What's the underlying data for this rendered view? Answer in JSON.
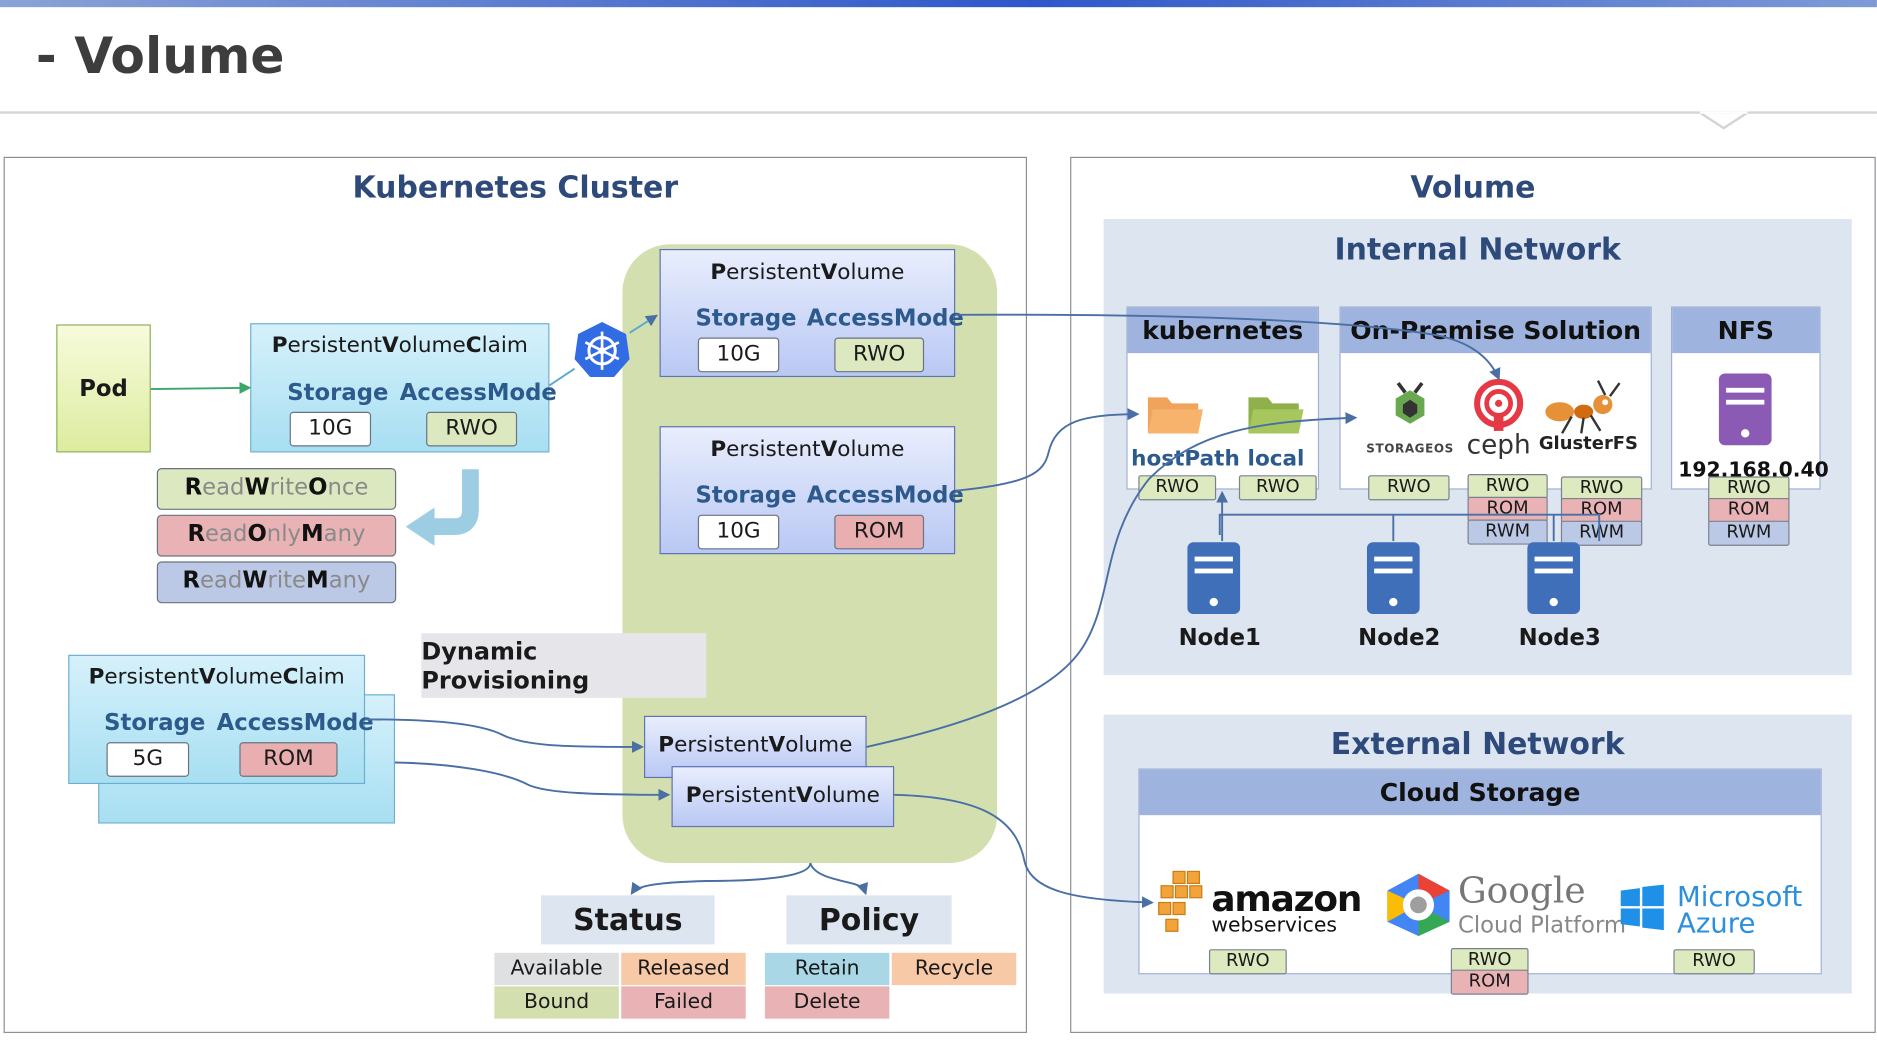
{
  "page": {
    "title": "- Volume"
  },
  "cluster": {
    "title": "Kubernetes Cluster",
    "pod_label": "Pod",
    "pvc1": {
      "title": "PersistentVolumeClaim",
      "storage_label": "Storage",
      "access_label": "AccessMode",
      "storage": "10G",
      "access": "RWO"
    },
    "pvc2": {
      "title": "PersistentVolumeClaim",
      "storage_label": "Storage",
      "access_label": "AccessMode",
      "storage": "5G",
      "access": "ROM"
    },
    "access_modes": [
      {
        "parts": [
          [
            "R",
            "Read"
          ],
          [
            "W",
            "Write"
          ],
          [
            "O",
            "Once"
          ]
        ]
      },
      {
        "parts": [
          [
            "R",
            "Read"
          ],
          [
            "O",
            "Only"
          ],
          [
            "M",
            "Many"
          ]
        ]
      },
      {
        "parts": [
          [
            "R",
            "Read"
          ],
          [
            "W",
            "Write"
          ],
          [
            "M",
            "Many"
          ]
        ]
      }
    ],
    "pv1": {
      "title": "PersistentVolume",
      "storage_label": "Storage",
      "access_label": "AccessMode",
      "storage": "10G",
      "access": "RWO"
    },
    "pv2": {
      "title": "PersistentVolume",
      "storage_label": "Storage",
      "access_label": "AccessMode",
      "storage": "10G",
      "access": "ROM"
    },
    "pv3": {
      "title": "PersistentVolume"
    },
    "pv4": {
      "title": "PersistentVolume"
    },
    "dynamic_provisioning": "Dynamic Provisioning",
    "status": {
      "title": "Status",
      "items": [
        "Available",
        "Released",
        "Bound",
        "Failed"
      ]
    },
    "policy": {
      "title": "Policy",
      "items": [
        "Retain",
        "Recycle",
        "Delete"
      ]
    },
    "colors": {
      "pod": "#dcec9f",
      "pvc": "#a7dff2",
      "pv": "#b9c8f4",
      "blob": "#d4dfb0",
      "green_tag": "#dde9bf",
      "red_tag": "#e9b3b5",
      "blue_tag": "#bcc9e6",
      "orange_tag": "#f7c9a6",
      "teal_tag": "#a9d7e6"
    }
  },
  "volume": {
    "title": "Volume",
    "internal": {
      "title": "Internal Network",
      "kubernetes": {
        "title": "kubernetes",
        "items": [
          {
            "label": "hostPath",
            "icon": "folder-orange-icon",
            "tags": [
              "RWO"
            ]
          },
          {
            "label": "local",
            "icon": "folder-green-icon",
            "tags": [
              "RWO"
            ]
          }
        ]
      },
      "onprem": {
        "title": "On-Premise Solution",
        "items": [
          {
            "label": "STORAGEOS",
            "icon": "storageos-icon",
            "tags": [
              "RWO"
            ]
          },
          {
            "label": "ceph",
            "icon": "ceph-icon",
            "tags": [
              "RWO",
              "ROM",
              "RWM"
            ]
          },
          {
            "label": "GlusterFS",
            "icon": "glusterfs-ant-icon",
            "tags": [
              "RWO",
              "ROM",
              "RWM"
            ]
          }
        ]
      },
      "nfs": {
        "title": "NFS",
        "ip": "192.168.0.40",
        "tags": [
          "RWO",
          "ROM",
          "RWM"
        ]
      },
      "nodes": [
        "Node1",
        "Node2",
        "Node3"
      ]
    },
    "external": {
      "title": "External Network",
      "cloud": {
        "title": "Cloud Storage",
        "amazon": {
          "word": "amazon",
          "sub": "webservices",
          "tags": [
            "RWO"
          ]
        },
        "google": {
          "word": "Google",
          "sub": "Cloud Platform",
          "tags": [
            "RWO",
            "ROM"
          ]
        },
        "azure": {
          "word1": "Microsoft",
          "word2": "Azure",
          "tags": [
            "RWO"
          ]
        }
      }
    }
  }
}
